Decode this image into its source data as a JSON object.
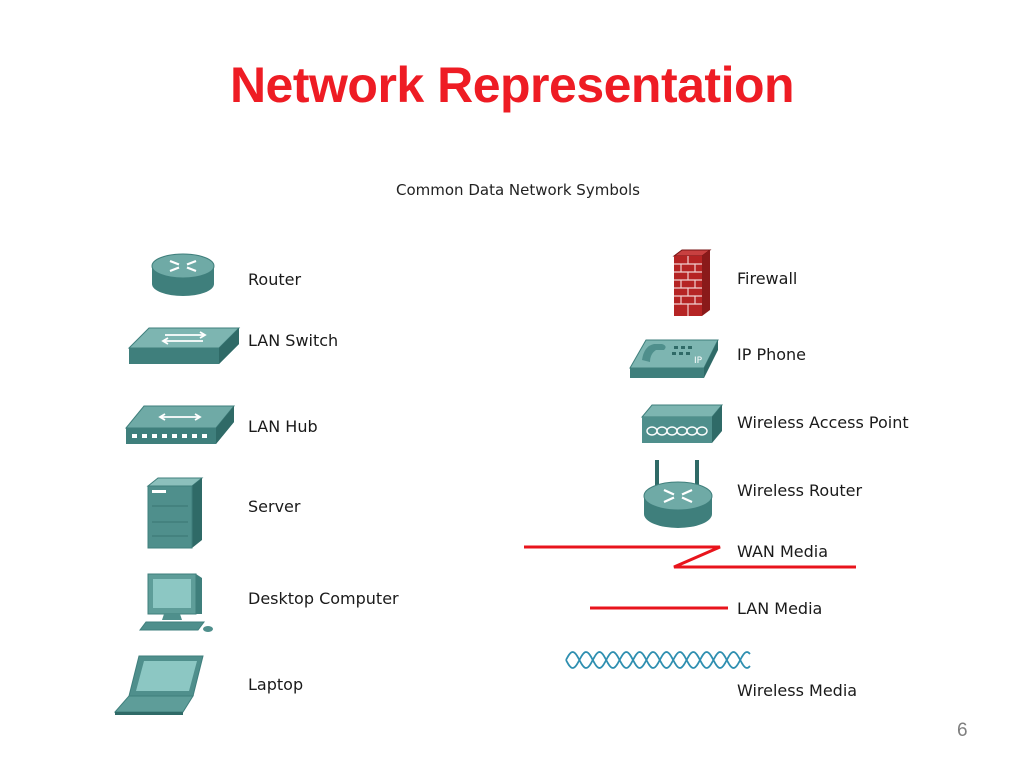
{
  "slide": {
    "title": "Network Representation",
    "subtitle": "Common Data Network Symbols",
    "page_number": "6"
  },
  "symbols_left": [
    {
      "label": "Router",
      "icon": "router-icon"
    },
    {
      "label": "LAN Switch",
      "icon": "lan-switch-icon"
    },
    {
      "label": "LAN Hub",
      "icon": "lan-hub-icon"
    },
    {
      "label": "Server",
      "icon": "server-icon"
    },
    {
      "label": "Desktop Computer",
      "icon": "desktop-computer-icon"
    },
    {
      "label": "Laptop",
      "icon": "laptop-icon"
    }
  ],
  "symbols_right": [
    {
      "label": "Firewall",
      "icon": "firewall-icon"
    },
    {
      "label": "IP Phone",
      "icon": "ip-phone-icon",
      "icon_text": "IP"
    },
    {
      "label": "Wireless Access Point",
      "icon": "wireless-access-point-icon"
    },
    {
      "label": "Wireless Router",
      "icon": "wireless-router-icon"
    },
    {
      "label": "WAN Media",
      "icon": "wan-media-icon"
    },
    {
      "label": "LAN Media",
      "icon": "lan-media-icon"
    },
    {
      "label": "Wireless Media",
      "icon": "wireless-media-icon"
    }
  ],
  "colors": {
    "title": "#ee1c24",
    "device_teal": "#4f8f8c",
    "media_red": "#e8141c",
    "wireless_blue": "#2f8fb0",
    "firewall_brick": "#b52424"
  }
}
